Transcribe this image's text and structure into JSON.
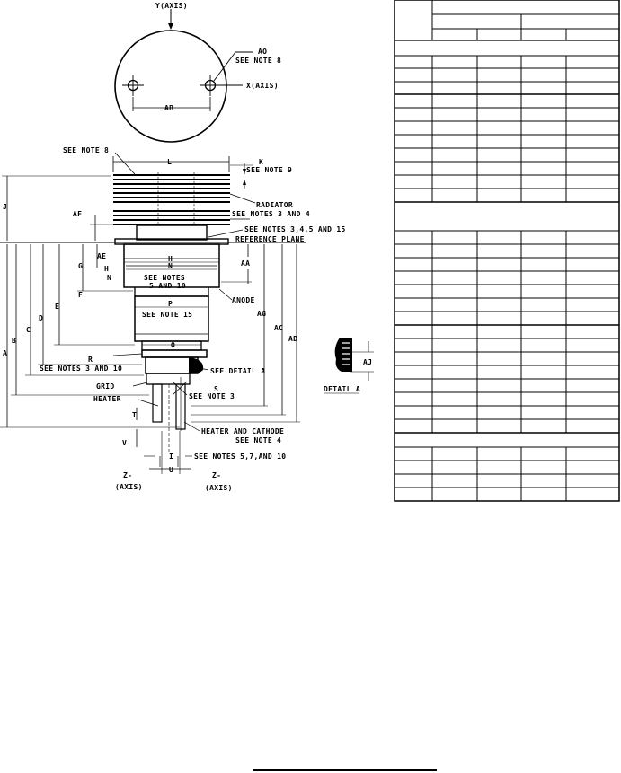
{
  "diagram": {
    "labels": {
      "y_axis": "Y(AXIS)",
      "x_axis": "X(AXIS)",
      "ao": "AO",
      "see_note_8_top": "SEE NOTE 8",
      "ab": "AB",
      "see_note_8_left": "SEE NOTE 8",
      "l": "L",
      "k": "K",
      "see_note_9": "SEE NOTE 9",
      "radiator": "RADIATOR",
      "see_notes_3_4": "SEE NOTES 3 AND 4",
      "af": "AF",
      "j": "J",
      "see_notes_3_4_5_15": "SEE NOTES 3,4,5 AND 15",
      "reference_plane": "REFERENCE PLANE",
      "ae": "AE",
      "g": "G",
      "h": "H",
      "n_left": "N",
      "h_mid": "H",
      "n_mid": "N",
      "aa": "AA",
      "see_notes_5_10_a": "SEE NOTES",
      "see_notes_5_10_b": "5 AND 10",
      "anode": "ANODE",
      "e": "E",
      "d": "D",
      "c": "C",
      "b": "B",
      "a": "A",
      "f": "F",
      "p": "P",
      "see_note_15": "SEE NOTE 15",
      "ag": "AG",
      "ac": "AC",
      "ad": "AD",
      "o": "O",
      "r": "R",
      "see_notes_3_10": "SEE NOTES 3 AND 10",
      "see_detail_a": "SEE DETAIL A",
      "grid": "GRID",
      "s": "S",
      "see_note_3": "SEE NOTE 3",
      "heater": "HEATER",
      "t": "T",
      "heater_cathode": "HEATER AND CATHODE",
      "see_note_4": "SEE NOTE 4",
      "v": "V",
      "i": "I",
      "see_notes_5_7_10": "SEE NOTES 5,7,AND 10",
      "u": "U",
      "z_left": "Z-",
      "axis_left": "(AXIS)",
      "z_right": "Z-",
      "axis_right": "(AXIS)",
      "aj": "AJ",
      "detail_a": "DETAIL A"
    }
  },
  "dimension_table": {
    "note": "Table frame only; cells are blank in the source."
  }
}
